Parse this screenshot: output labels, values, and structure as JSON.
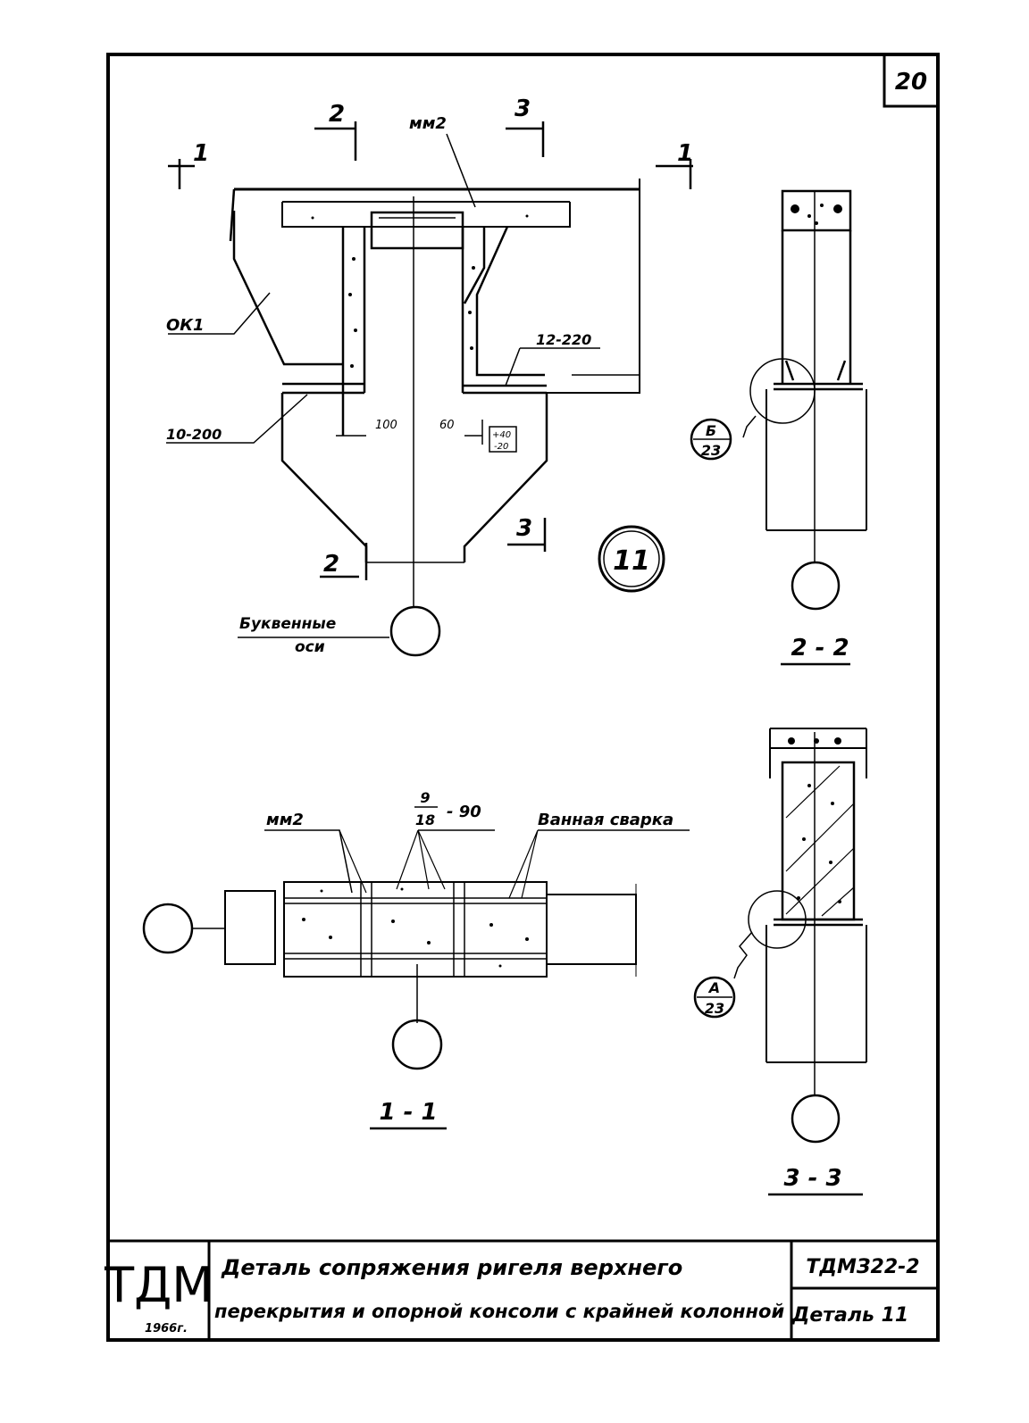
{
  "sheet": {
    "page_number": "20",
    "detail_number": "11"
  },
  "plan": {
    "cut_mark_1_left": "1",
    "cut_mark_1_right": "1",
    "cut_mark_2_top": "2",
    "cut_mark_2_bottom": "2",
    "cut_mark_3_top": "3",
    "cut_mark_3_bottom": "3",
    "label_mm2": "мм2",
    "label_ok1": "ОК1",
    "label_12_220": "12-220",
    "label_10_200": "10-200",
    "dim_100": "100",
    "dim_60": "60",
    "tol_plus": "+40",
    "tol_minus": "-20",
    "axis_note_line1": "Буквенные",
    "axis_note_line2": "оси"
  },
  "section_1_1": {
    "title": "1 - 1",
    "label_mm2": "мм2",
    "frac_top": "9",
    "frac_bottom": "18",
    "frac_suffix": "- 90",
    "label_weld": "Ванная сварка"
  },
  "section_2_2": {
    "title": "2 - 2",
    "callout_top": "Б",
    "callout_bottom": "23"
  },
  "section_3_3": {
    "title": "3 - 3",
    "callout_top": "А",
    "callout_bottom": "23"
  },
  "title_block": {
    "logo": "ТДМ",
    "year": "1966г.",
    "title_line1": "Деталь сопряжения ригеля верхнего",
    "title_line2": "перекрытия и опорной консоли с крайней колонной",
    "code": "ТДМЗ22-2",
    "detail": "Деталь 11"
  }
}
